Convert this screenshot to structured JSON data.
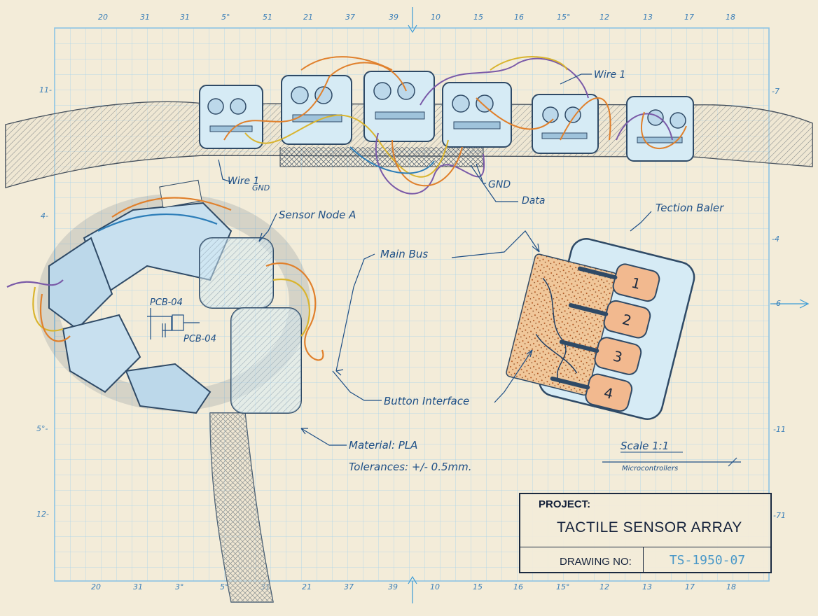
{
  "axis_ticks": {
    "top": [
      "20",
      "31",
      "31",
      "5°",
      "51",
      "21",
      "37",
      "39",
      "10",
      "15",
      "16",
      "15°",
      "12",
      "13",
      "17",
      "18"
    ],
    "bottom": [
      "20",
      "31",
      "3°",
      "5°",
      "31",
      "21",
      "37",
      "39",
      "10",
      "15",
      "16",
      "15°",
      "12",
      "13",
      "17",
      "18"
    ],
    "left": [
      "11-",
      "4-",
      "5°-",
      "12-"
    ],
    "right": [
      "-7",
      "-4",
      "-6",
      "-11",
      "-71"
    ]
  },
  "annotations": {
    "wire1_top": "Wire 1",
    "wire1_gnd": "Wire 1",
    "gnd_small": "GND",
    "gnd": "GND",
    "data": "Data",
    "sensor_node": "Sensor Node A",
    "main_bus": "Main Bus",
    "tection_baler": "Tection Baler",
    "pcb_a": "PCB-04",
    "pcb_b": "PCB-04",
    "button_interface": "Button Interface",
    "material": "Material: PLA",
    "tolerances": "Tolerances: +/- 0.5mm.",
    "scale": "Scale 1:1",
    "scale_note": "Microcontrollers"
  },
  "buttons": [
    "1",
    "2",
    "3",
    "4"
  ],
  "title_block": {
    "project_label": "PROJECT:",
    "project_name": "TACTILE SENSOR ARRAY",
    "drawing_label": "DRAWING NO:",
    "drawing_number": "TS-1950-07"
  },
  "colors": {
    "paper": "#f3ecd9",
    "grid": "#8cc3e4",
    "ink_blue": "#1e4f86",
    "cyan_accent": "#3b9bd6",
    "wire_orange": "#e0802c",
    "wire_yellow": "#d9b42e",
    "wire_purple": "#7a5aa8",
    "button_pad": "#f2b98f"
  }
}
